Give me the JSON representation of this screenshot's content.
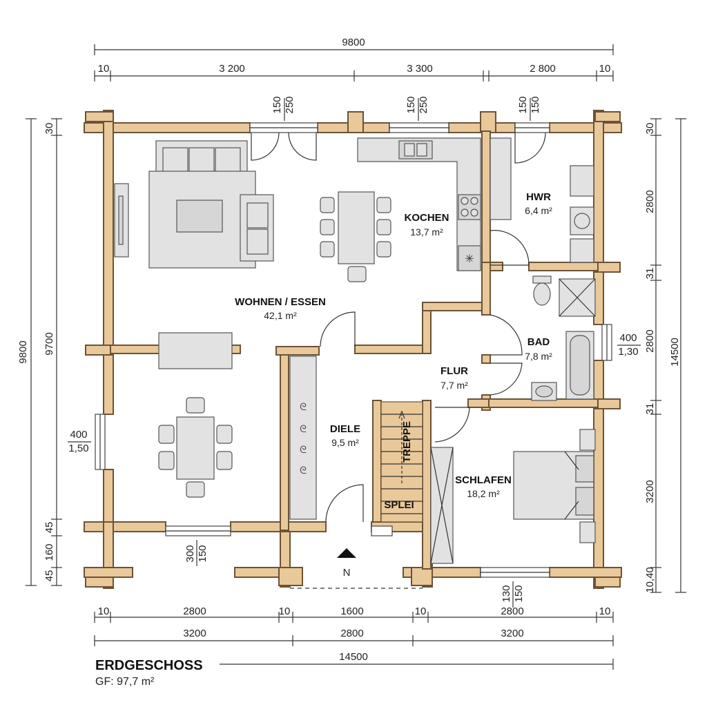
{
  "title": "ERDGESCHOSS",
  "subtitle": "GF: 97,7 m²",
  "north_label": "N",
  "rooms": {
    "wohnen": {
      "name": "WOHNEN / ESSEN",
      "area": "42,1 m²"
    },
    "kochen": {
      "name": "KOCHEN",
      "area": "13,7 m²"
    },
    "hwr": {
      "name": "HWR",
      "area": "6,4 m²"
    },
    "bad": {
      "name": "BAD",
      "area": "7,8 m²"
    },
    "flur": {
      "name": "FLUR",
      "area": "7,7 m²"
    },
    "diele": {
      "name": "DIELE",
      "area": "9,5 m²"
    },
    "schlafen": {
      "name": "SCHLAFEN",
      "area": "18,2 m²"
    },
    "treppe": "TREPPE",
    "speis": "SPLEI"
  },
  "dims": {
    "top_total": "9800",
    "top_10a": "10",
    "top_3200": "3 200",
    "top_3300": "3 300",
    "top_2800": "2 800",
    "top_10b": "10",
    "win_top1_a": "150",
    "win_top1_b": "250",
    "win_top2_a": "150",
    "win_top2_b": "250",
    "win_top3_a": "150",
    "win_top3_b": "150",
    "left_total": "9800",
    "left_inner": "9700",
    "left_30": "30",
    "left_45a": "45",
    "left_160": "160",
    "left_45b": "45",
    "win_left_a": "400",
    "win_left_b": "1,50",
    "win_bottom_a": "300",
    "win_bottom_b": "150",
    "right_total": "14500",
    "right_30": "30",
    "right_2800a": "2800",
    "right_31a": "31",
    "right_2800b": "2800",
    "right_31b": "31",
    "right_3200": "3200",
    "right_1040": "10,40",
    "win_right_a": "400",
    "win_right_b": "1,30",
    "win_bottom2_a": "130",
    "win_bottom2_b": "150",
    "bot_10a": "10",
    "bot_2800a": "2800",
    "bot_10b": "10",
    "bot_1600": "1600",
    "bot_10c": "10",
    "bot_2800b": "2800",
    "bot_10d": "10",
    "bot_3200a": "3200",
    "bot_2800c": "2800",
    "bot_3200b": "3200",
    "bot_total": "14500"
  }
}
